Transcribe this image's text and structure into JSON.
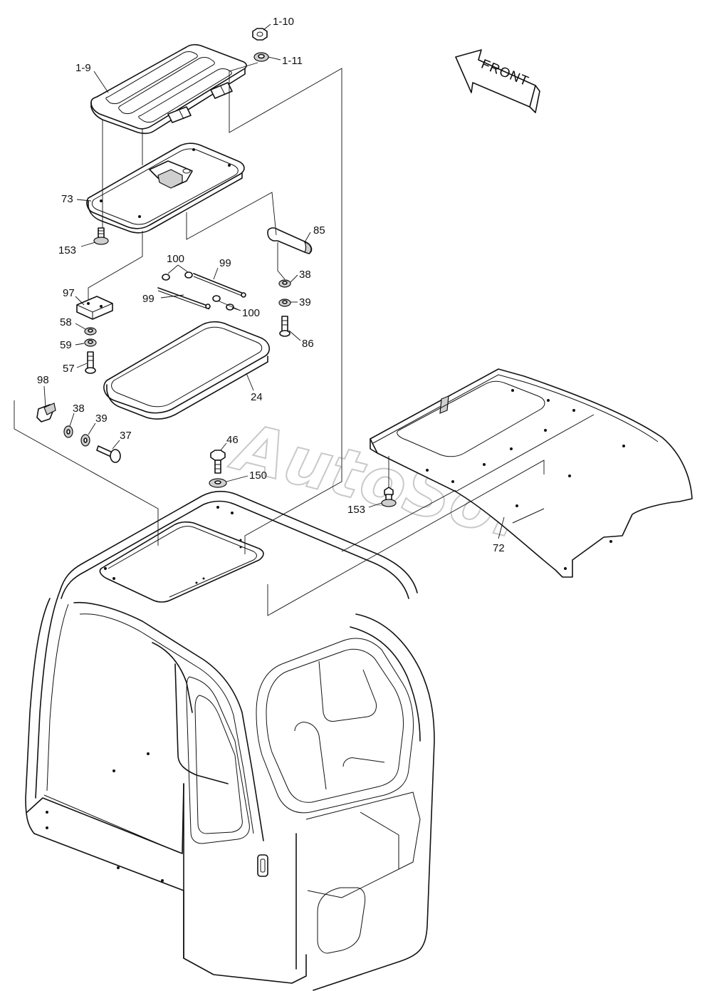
{
  "watermark": "AutoSoft",
  "front_label": "FRONT",
  "callouts": [
    {
      "id": "c-1-10",
      "text": "1-10"
    },
    {
      "id": "c-1-11",
      "text": "1-11"
    },
    {
      "id": "c-1-9",
      "text": "1-9"
    },
    {
      "id": "c-73",
      "text": "73"
    },
    {
      "id": "c-153a",
      "text": "153"
    },
    {
      "id": "c-85",
      "text": "85"
    },
    {
      "id": "c-100a",
      "text": "100"
    },
    {
      "id": "c-99a",
      "text": "99"
    },
    {
      "id": "c-99b",
      "text": "99"
    },
    {
      "id": "c-100b",
      "text": "100"
    },
    {
      "id": "c-38a",
      "text": "38"
    },
    {
      "id": "c-39a",
      "text": "39"
    },
    {
      "id": "c-86",
      "text": "86"
    },
    {
      "id": "c-97",
      "text": "97"
    },
    {
      "id": "c-58",
      "text": "58"
    },
    {
      "id": "c-59",
      "text": "59"
    },
    {
      "id": "c-57",
      "text": "57"
    },
    {
      "id": "c-24",
      "text": "24"
    },
    {
      "id": "c-98",
      "text": "98"
    },
    {
      "id": "c-38b",
      "text": "38"
    },
    {
      "id": "c-39b",
      "text": "39"
    },
    {
      "id": "c-37",
      "text": "37"
    },
    {
      "id": "c-46",
      "text": "46"
    },
    {
      "id": "c-150",
      "text": "150"
    },
    {
      "id": "c-153b",
      "text": "153"
    },
    {
      "id": "c-72",
      "text": "72"
    }
  ]
}
